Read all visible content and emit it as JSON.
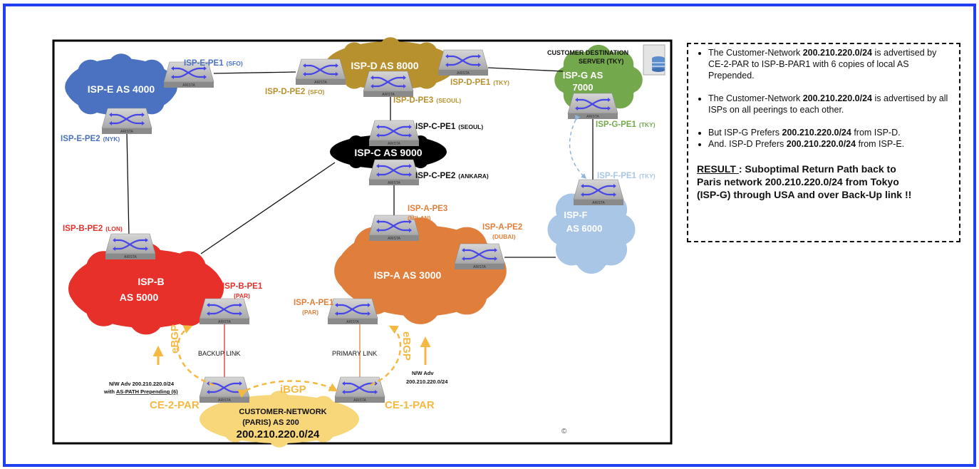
{
  "colors": {
    "frame": "#1f3ff0",
    "isp_e": "#4a72c0",
    "isp_d": "#b8912f",
    "isp_g": "#74a84c",
    "isp_c": "#000000",
    "isp_f": "#a9c6e6",
    "isp_b": "#e8302a",
    "isp_a": "#e07f3c",
    "customer": "#f8d77a",
    "bgp": "#f4b942"
  },
  "clouds": {
    "isp_e": "ISP-E AS 4000",
    "isp_d": "ISP-D  AS 8000",
    "isp_g_1": "ISP-G AS",
    "isp_g_2": "7000",
    "isp_c": "ISP-C AS 9000",
    "isp_f_1": "ISP-F",
    "isp_f_2": "AS 6000",
    "isp_b_1": "ISP-B",
    "isp_b_2": "AS 5000",
    "isp_a": "ISP-A AS 3000",
    "customer_1": "CUSTOMER-NETWORK",
    "customer_2": "(PARIS) AS  200",
    "customer_3": "200.210.220.0/24"
  },
  "routers": [
    {
      "name": "ISP-E-PE1",
      "site": "(SFO)"
    },
    {
      "name": "ISP-D-PE2",
      "site": "(SFO)"
    },
    {
      "name": "ISP-D-PE1",
      "site": "(TKY)"
    },
    {
      "name": "ISP-D-PE3",
      "site": "(SEOUL)"
    },
    {
      "name": "ISP-E-PE2",
      "site": "(NYK)"
    },
    {
      "name": "ISP-G-PE1",
      "site": "(TKY)"
    },
    {
      "name": "ISP-C-PE1",
      "site": "(SEOUL)"
    },
    {
      "name": "ISP-C-PE2",
      "site": "(ANKARA)"
    },
    {
      "name": "ISP-F-PE1",
      "site": "(TKY)"
    },
    {
      "name": "ISP-A-PE3",
      "site": "(MILAN)"
    },
    {
      "name": "ISP-B-PE2",
      "site": "(LON)"
    },
    {
      "name": "ISP-A-PE2",
      "site": "(DUBAI)"
    },
    {
      "name": "ISP-B-PE1",
      "site": "(PAR)"
    },
    {
      "name": "ISP-A-PE1",
      "site": "(PAR)"
    },
    {
      "name": "CE-2-PAR",
      "site": ""
    },
    {
      "name": "CE-1-PAR",
      "site": ""
    }
  ],
  "switch_brand": "ARISTA",
  "server": {
    "line1": "CUSTOMER DESTINATION",
    "line2": "SERVER (TKY)"
  },
  "links": {
    "backup": "BACKUP LINK",
    "primary": "PRIMARY LINK"
  },
  "bgp": {
    "ebgp": "eBGP",
    "ibgp": "iBGP"
  },
  "adv_left": {
    "line1": "N/W Adv 200.210.220.0/24",
    "line2_prefix": "with ",
    "line2_underlined": "AS-PATH Prepending (6)"
  },
  "adv_right": {
    "line1": "N/W Adv",
    "line2": "200.210.220.0/24"
  },
  "copyright": "©",
  "notes": {
    "b1_pre": "The Customer-Network ",
    "b1_bold": "200.210.220.0/24",
    "b1_post": " is advertised by CE-2-PAR to ISP-B-PAR1 with 6 copies of local AS Prepended.",
    "b2_pre": "The Customer-Network ",
    "b2_bold": "200.210.220.0/24",
    "b2_post": " is advertised by all ISPs on all peerings to each other.",
    "b3_pre": "But ISP-G Prefers ",
    "b3_bold": "200.210.220.0/24",
    "b3_post": " from ISP-D.",
    "b4_pre": "And. ISP-D Prefers  ",
    "b4_bold": "200.210.220.0/24",
    "b4_post": " from ISP-E.",
    "result_label": "RESULT ",
    "result_text": ": Suboptimal Return Path back to",
    "result_line2": "Paris network 200.210.220.0/24 from Tokyo",
    "result_line3": "(ISP-G) through USA and over Back-Up link !!"
  }
}
